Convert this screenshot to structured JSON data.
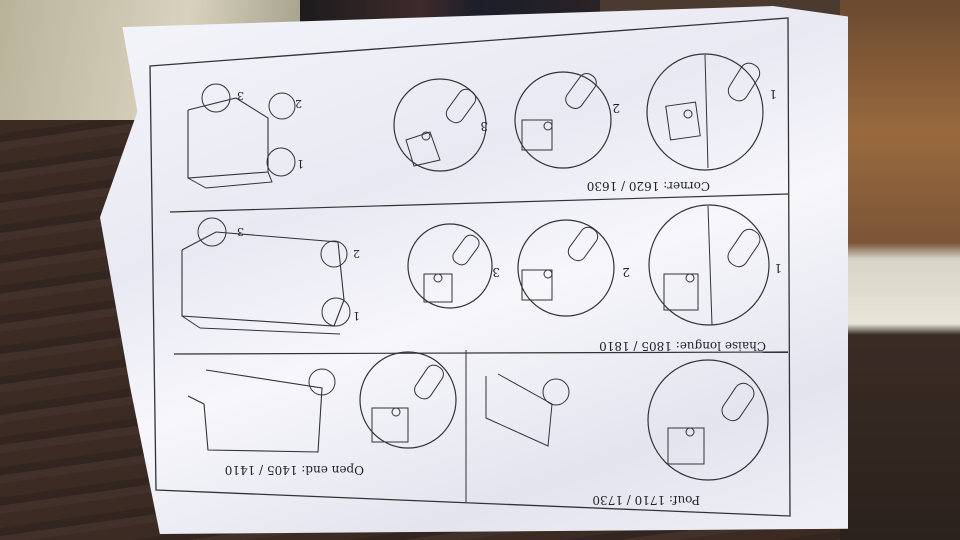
{
  "sheet": {
    "sections": [
      {
        "title": "Corner: 1620 / 1630",
        "steps": [
          "1",
          "2",
          "3"
        ],
        "overview_labels": [
          "1",
          "2",
          "3"
        ]
      },
      {
        "title": "Chaise longue: 1805 / 1810",
        "steps": [
          "1",
          "2",
          "3"
        ],
        "overview_labels": [
          "1",
          "2",
          "3"
        ]
      },
      {
        "title_left": "Open end: 1405 / 1410",
        "title_right": "Pouf: 1710 / 1730"
      }
    ]
  }
}
